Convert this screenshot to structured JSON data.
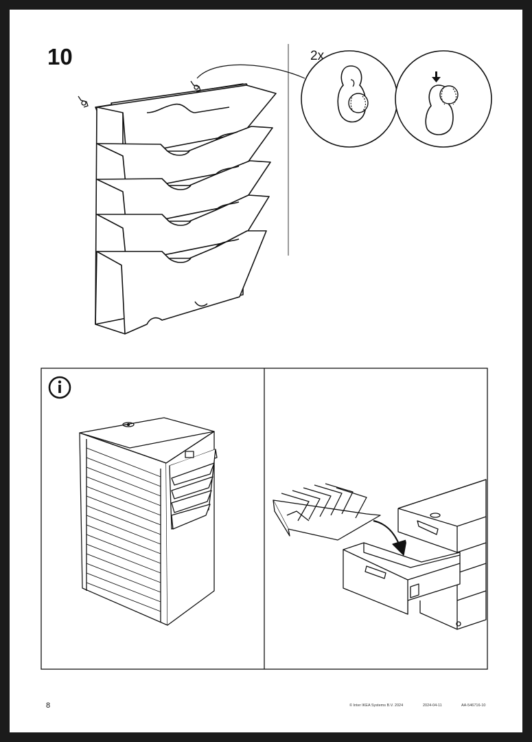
{
  "step": {
    "number": "10",
    "multiplier": "2x"
  },
  "icons": {
    "info": "info-circle-icon",
    "screw": "screw-icon",
    "arrow": "arrow-down-icon"
  },
  "footer": {
    "page_number": "8",
    "copyright": "© Inter IKEA Systems B.V. 2024",
    "date": "2024-04-11",
    "code": "AA-546716-10"
  },
  "colors": {
    "frame": "#1b1b1b",
    "line": "#111111",
    "divider": "#9a9a9a"
  }
}
